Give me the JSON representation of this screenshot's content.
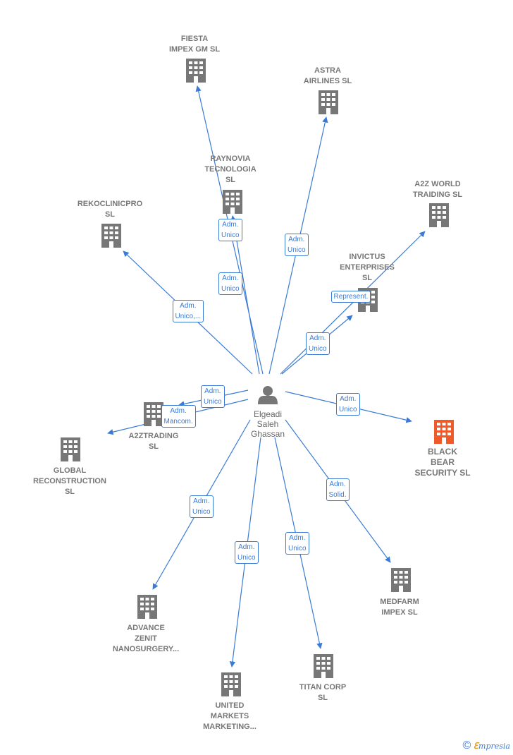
{
  "center": {
    "name": "Elgeadi\nSaleh\nGhassan",
    "icon": "person-icon"
  },
  "colors": {
    "edge": "#3a7bd5",
    "building": "#777777",
    "highlight": "#f05a28"
  },
  "nodes": [
    {
      "id": "fiesta",
      "name": "FIESTA\nIMPEX GM SL",
      "role": "Adm.\nUnico"
    },
    {
      "id": "astra",
      "name": "ASTRA\nAIRLINES  SL",
      "role": "Adm.\nUnico"
    },
    {
      "id": "raynovia",
      "name": "RAYNOVIA\nTECNOLOGIA\nSL",
      "role": "Adm.\nUnico"
    },
    {
      "id": "a2zworld",
      "name": "A2Z WORLD\nTRAIDING  SL",
      "role": "Represent."
    },
    {
      "id": "rekoclinic",
      "name": "REKOCLINICPRO\nSL",
      "role": "Adm.\nUnico,..."
    },
    {
      "id": "invictus",
      "name": "INVICTUS\nENTERPRISES\nSL",
      "role": "Adm.\nUnico"
    },
    {
      "id": "a2ztrading",
      "name": "A2ZTRADING\nSL",
      "role": "Adm.\nUnico"
    },
    {
      "id": "global",
      "name": "GLOBAL\nRECONSTRUCTION\nSL",
      "role": "Adm.\nMancom."
    },
    {
      "id": "blackbear",
      "name": "BLACK\nBEAR\nSECURITY  SL",
      "role": "Adm.\nUnico"
    },
    {
      "id": "medfarm",
      "name": "MEDFARM\nIMPEX  SL",
      "role": "Adm.\nSolid."
    },
    {
      "id": "advance",
      "name": "ADVANCE\nZENIT\nNANOSURGERY...",
      "role": "Adm.\nUnico"
    },
    {
      "id": "united",
      "name": "UNITED\nMARKETS\nMARKETING...",
      "role": "Adm.\nUnico"
    },
    {
      "id": "titan",
      "name": "TITAN CORP\nSL",
      "role": "Adm.\nUnico"
    }
  ],
  "footer": {
    "copyright": "©",
    "brand_e": "ℇ",
    "brand_rest": "mpresia"
  }
}
